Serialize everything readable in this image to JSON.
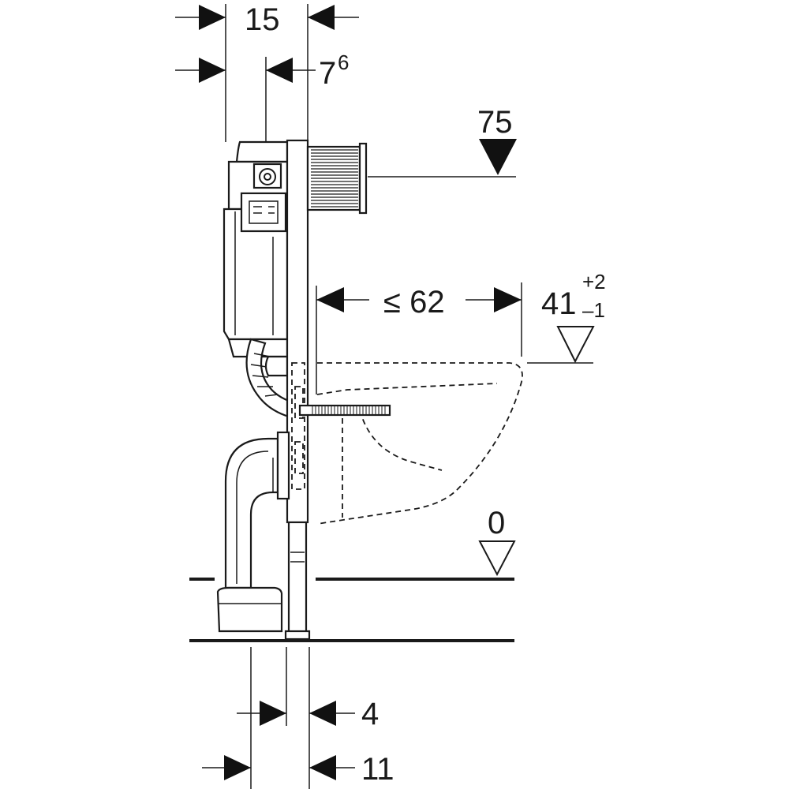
{
  "diagram": {
    "dimensions": {
      "d15": "15",
      "d7": "7",
      "d7_sup": "6",
      "d75": "75",
      "d62": "≤ 62",
      "d41": "41",
      "d41_sup": "+2",
      "d41_sub": "–1",
      "d0": "0",
      "d4": "4",
      "d11": "11"
    }
  }
}
